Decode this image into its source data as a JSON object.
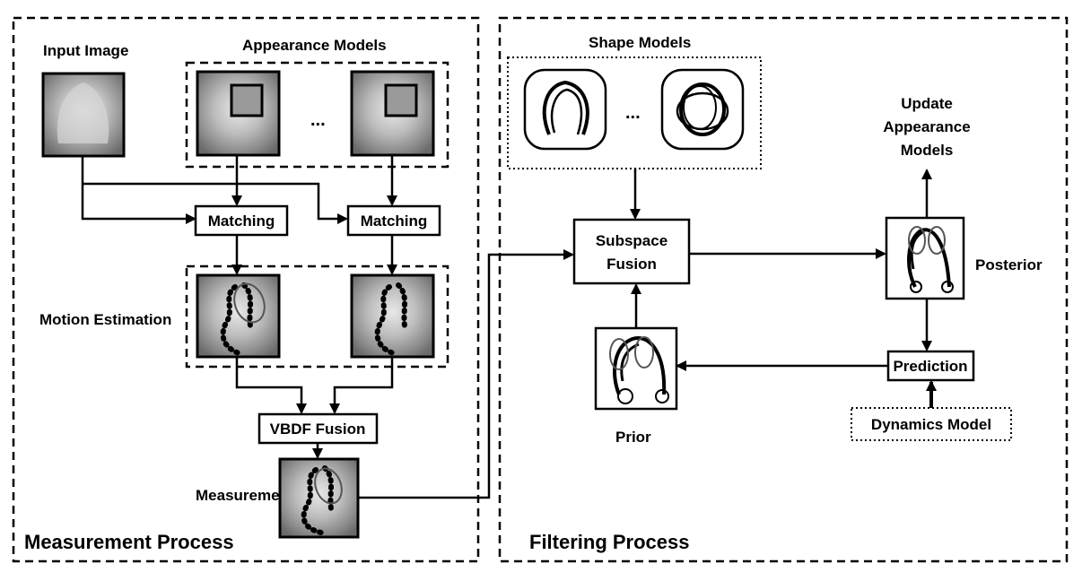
{
  "panels": {
    "measurement_title": "Measurement Process",
    "filtering_title": "Filtering Process"
  },
  "labels": {
    "input_image": "Input Image",
    "appearance_models": "Appearance Models",
    "ellipsis_appearance": "...",
    "motion_estimation": "Motion Estimation",
    "measurement": "Measurement",
    "shape_models": "Shape Models",
    "ellipsis_shape": "...",
    "update_line1": "Update",
    "update_line2": "Appearance",
    "update_line3": "Models",
    "posterior": "Posterior",
    "prior": "Prior"
  },
  "nodes": {
    "matching_1": "Matching",
    "matching_2": "Matching",
    "vbdf_fusion": "VBDF Fusion",
    "subspace_line1": "Subspace",
    "subspace_line2": "Fusion",
    "prediction": "Prediction",
    "dynamics_model": "Dynamics Model"
  }
}
